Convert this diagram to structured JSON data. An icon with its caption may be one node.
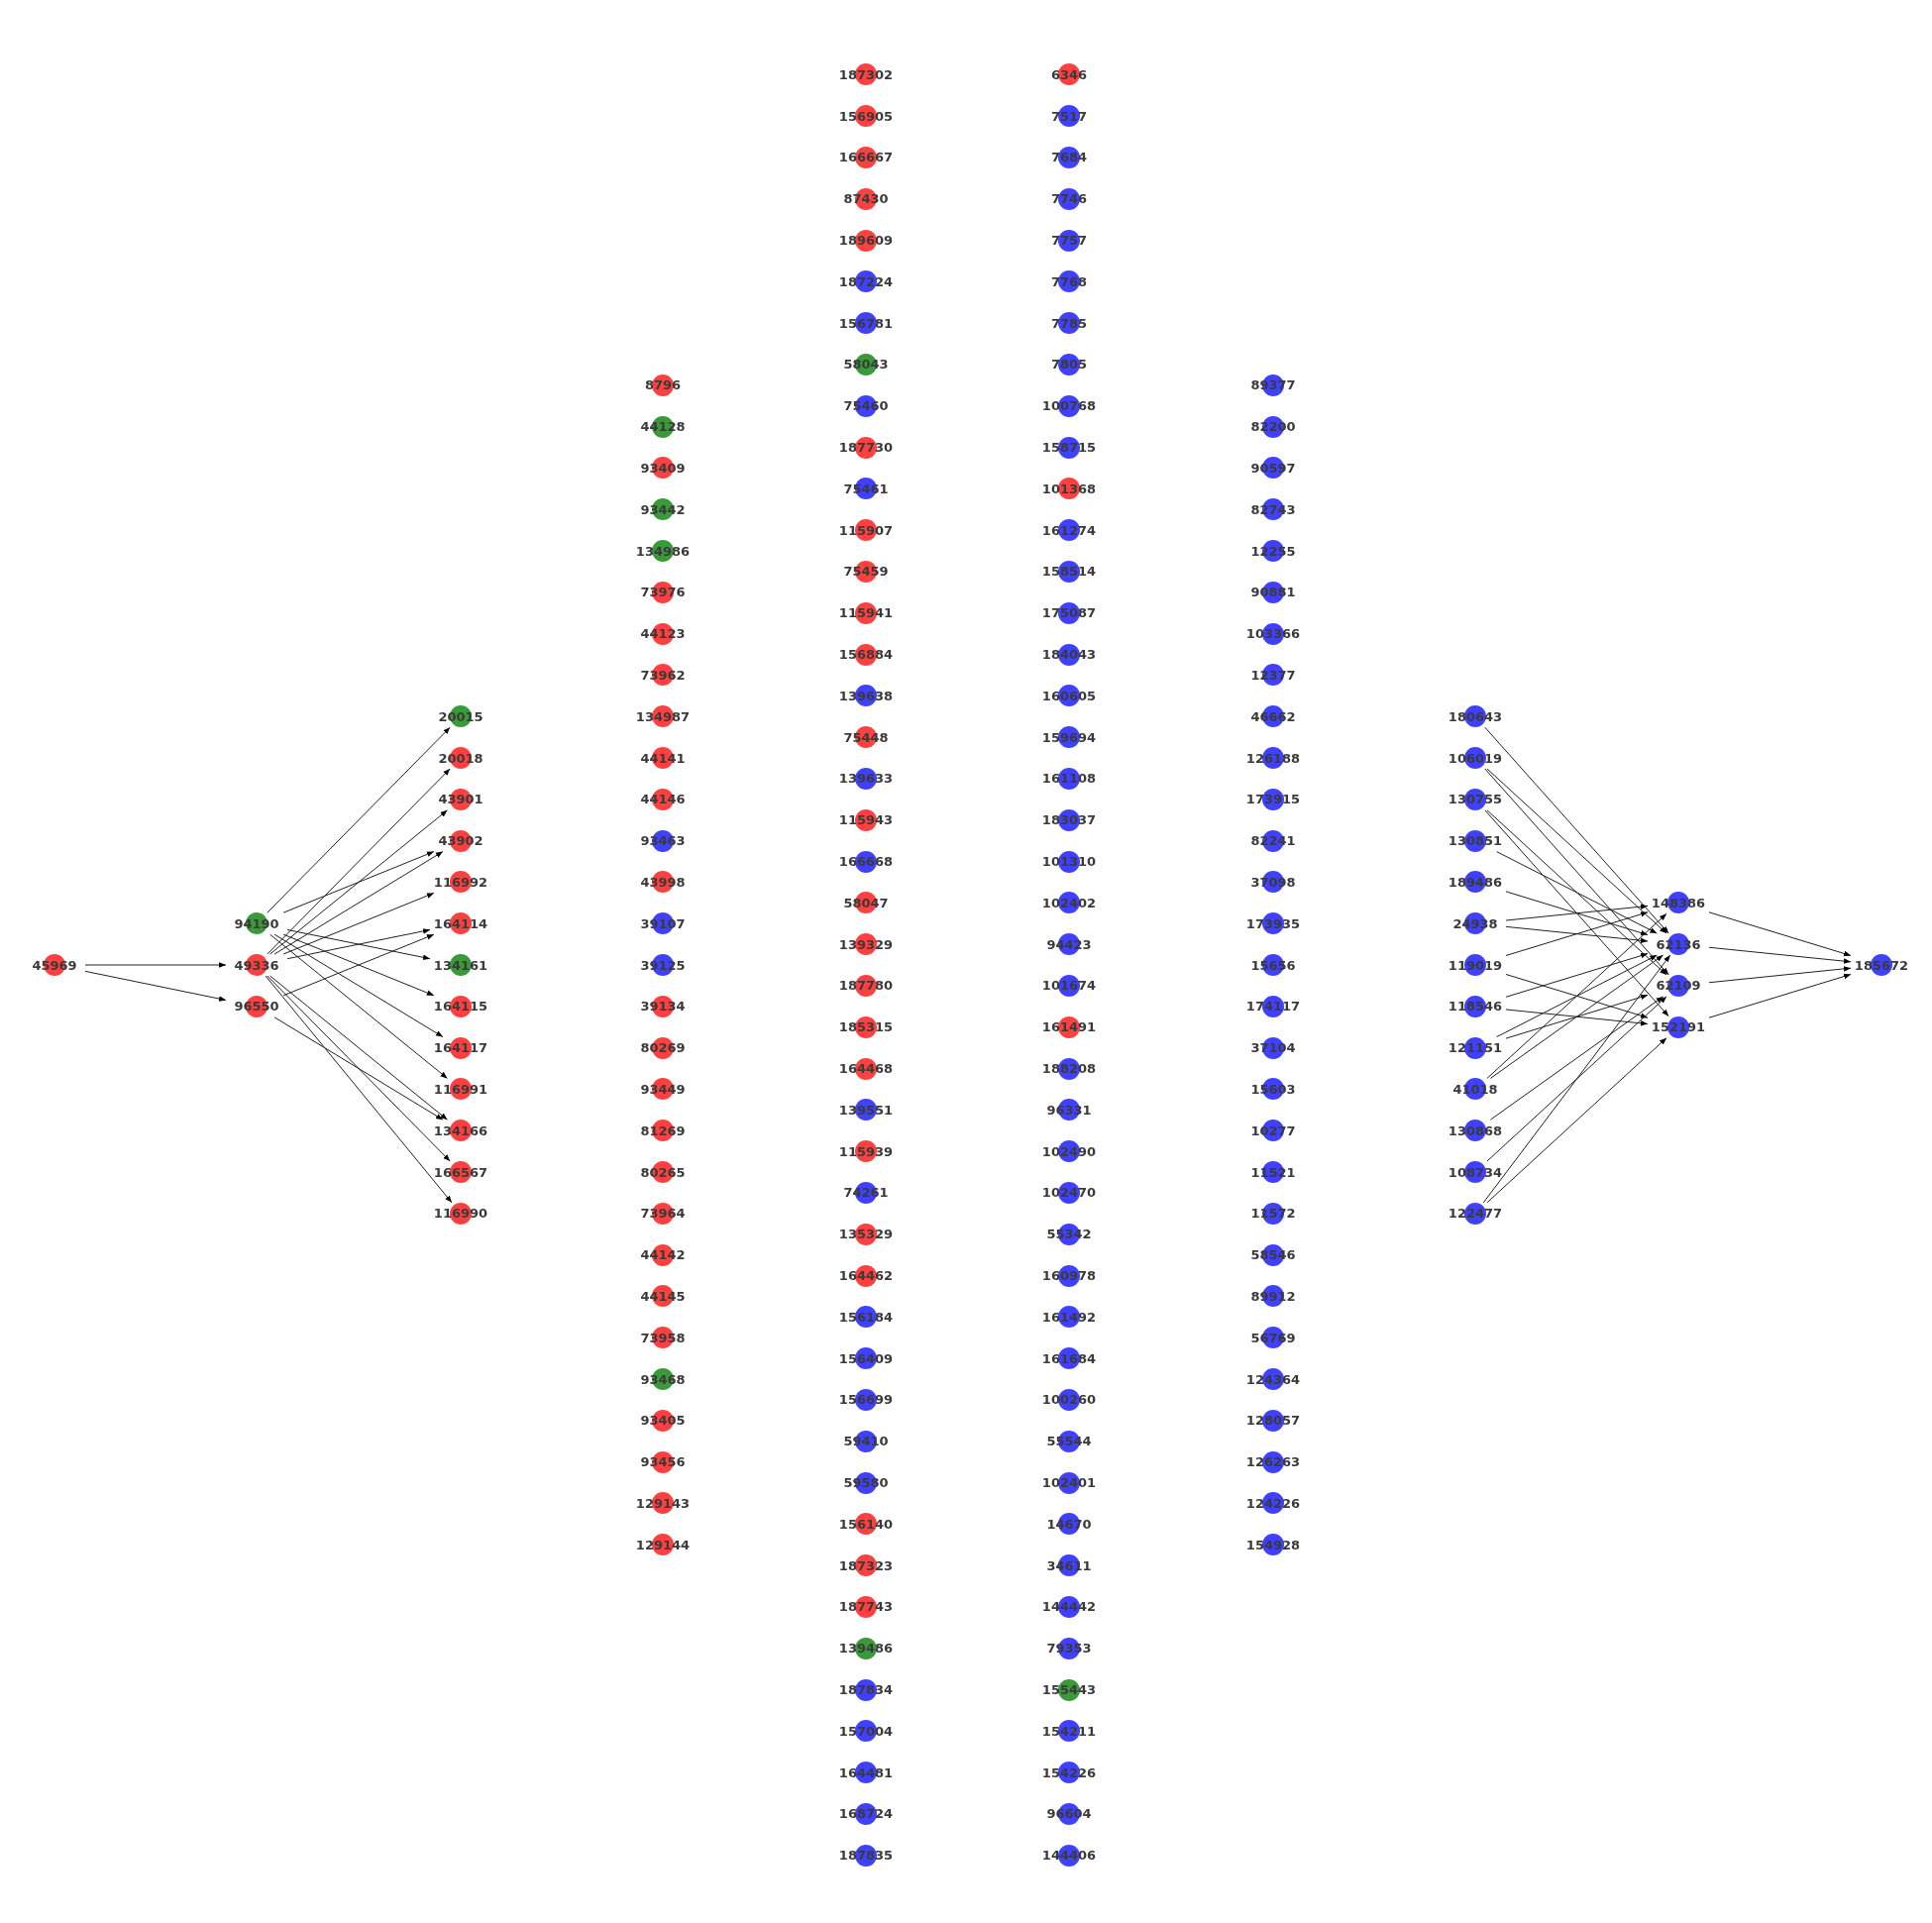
{
  "diagram": {
    "nodes": [
      {
        "text": [
          "45969"
        ]
      },
      {
        "text": [
          "94190"
        ]
      },
      {
        "text": [
          "49336"
        ]
      },
      {
        "text": [
          "96550"
        ]
      },
      {
        "text": [
          "20015"
        ]
      },
      {
        "text": [
          "20018"
        ]
      },
      {
        "text": [
          "43901"
        ]
      },
      {
        "text": [
          "43902"
        ]
      },
      {
        "text": [
          "116992"
        ]
      },
      {
        "text": [
          "164114"
        ]
      },
      {
        "text": [
          "134161"
        ]
      },
      {
        "text": [
          "164115"
        ]
      },
      {
        "text": [
          "164117"
        ]
      },
      {
        "text": [
          "116991"
        ]
      },
      {
        "text": [
          "134166"
        ]
      },
      {
        "text": [
          "166567"
        ]
      },
      {
        "text": [
          "116990"
        ]
      },
      {
        "text": [
          "8796"
        ]
      },
      {
        "text": [
          "44128"
        ]
      },
      {
        "text": [
          "93409"
        ]
      },
      {
        "text": [
          "93442"
        ]
      },
      {
        "text": [
          "134986"
        ]
      },
      {
        "text": [
          "73976"
        ]
      },
      {
        "text": [
          "44123"
        ]
      },
      {
        "text": [
          "73962"
        ]
      },
      {
        "text": [
          "134987"
        ]
      },
      {
        "text": [
          "44141"
        ]
      },
      {
        "text": [
          "44146"
        ]
      },
      {
        "text": [
          "93463"
        ]
      },
      {
        "text": [
          "43998"
        ]
      },
      {
        "text": [
          "39107"
        ]
      },
      {
        "text": [
          "39125"
        ]
      },
      {
        "text": [
          "39134"
        ]
      },
      {
        "text": [
          "80269"
        ]
      },
      {
        "text": [
          "93449"
        ]
      },
      {
        "text": [
          "81269"
        ]
      },
      {
        "text": [
          "80265"
        ]
      },
      {
        "text": [
          "73964"
        ]
      },
      {
        "text": [
          "44142"
        ]
      },
      {
        "text": [
          "44145"
        ]
      },
      {
        "text": [
          "73958"
        ]
      },
      {
        "text": [
          "93468"
        ]
      },
      {
        "text": [
          "93405"
        ]
      },
      {
        "text": [
          "93456"
        ]
      },
      {
        "text": [
          "129143"
        ]
      },
      {
        "text": [
          "129144"
        ]
      },
      {
        "text": [
          "187302"
        ]
      },
      {
        "text": [
          "156905"
        ]
      },
      {
        "text": [
          "166667"
        ]
      },
      {
        "text": [
          "87430"
        ]
      },
      {
        "text": [
          "189609"
        ]
      },
      {
        "text": [
          "187224"
        ]
      },
      {
        "text": [
          "156781"
        ]
      },
      {
        "text": [
          "58043"
        ]
      },
      {
        "text": [
          "75460"
        ]
      },
      {
        "text": [
          "187730"
        ]
      },
      {
        "text": [
          "75461"
        ]
      },
      {
        "text": [
          "115907"
        ]
      },
      {
        "text": [
          "75459"
        ]
      },
      {
        "text": [
          "115941"
        ]
      },
      {
        "text": [
          "156884"
        ]
      },
      {
        "text": [
          "139638"
        ]
      },
      {
        "text": [
          "75448"
        ]
      },
      {
        "text": [
          "139633"
        ]
      },
      {
        "text": [
          "115943"
        ]
      },
      {
        "text": [
          "166668"
        ]
      },
      {
        "text": [
          "58047"
        ]
      },
      {
        "text": [
          "139329"
        ]
      },
      {
        "text": [
          "187780"
        ]
      },
      {
        "text": [
          "185315"
        ]
      },
      {
        "text": [
          "164468"
        ]
      },
      {
        "text": [
          "139551"
        ]
      },
      {
        "text": [
          "115939"
        ]
      },
      {
        "text": [
          "74261"
        ]
      },
      {
        "text": [
          "135329"
        ]
      },
      {
        "text": [
          "164462"
        ]
      },
      {
        "text": [
          "156184"
        ]
      },
      {
        "text": [
          "156409"
        ]
      },
      {
        "text": [
          "156699"
        ]
      },
      {
        "text": [
          "59410"
        ]
      },
      {
        "text": [
          "59580"
        ]
      },
      {
        "text": [
          "156140"
        ]
      },
      {
        "text": [
          "187323"
        ]
      },
      {
        "text": [
          "187743"
        ]
      },
      {
        "text": [
          "139486"
        ]
      },
      {
        "text": [
          "187834"
        ]
      },
      {
        "text": [
          "157004"
        ]
      },
      {
        "text": [
          "164481"
        ]
      },
      {
        "text": [
          "168724"
        ]
      },
      {
        "text": [
          "187835"
        ]
      },
      {
        "text": [
          "6346"
        ]
      },
      {
        "text": [
          "7517"
        ]
      },
      {
        "text": [
          "7684"
        ]
      },
      {
        "text": [
          "7746"
        ]
      },
      {
        "text": [
          "7757"
        ]
      },
      {
        "text": [
          "7768"
        ]
      },
      {
        "text": [
          "7785"
        ]
      },
      {
        "text": [
          "7805"
        ]
      },
      {
        "text": [
          "100768"
        ]
      },
      {
        "text": [
          "158715"
        ]
      },
      {
        "text": [
          "101368"
        ]
      },
      {
        "text": [
          "161274"
        ]
      },
      {
        "text": [
          "158514"
        ]
      },
      {
        "text": [
          "175087"
        ]
      },
      {
        "text": [
          "184043"
        ]
      },
      {
        "text": [
          "160605"
        ]
      },
      {
        "text": [
          "159694"
        ]
      },
      {
        "text": [
          "161108"
        ]
      },
      {
        "text": [
          "183037"
        ]
      },
      {
        "text": [
          "101310"
        ]
      },
      {
        "text": [
          "102402"
        ]
      },
      {
        "text": [
          "94423"
        ]
      },
      {
        "text": [
          "101674"
        ]
      },
      {
        "text": [
          "161491"
        ]
      },
      {
        "text": [
          "188208"
        ]
      },
      {
        "text": [
          "96331"
        ]
      },
      {
        "text": [
          "102490"
        ]
      },
      {
        "text": [
          "102470"
        ]
      },
      {
        "text": [
          "55342"
        ]
      },
      {
        "text": [
          "160978"
        ]
      },
      {
        "text": [
          "161492"
        ]
      },
      {
        "text": [
          "161684"
        ]
      },
      {
        "text": [
          "100260"
        ]
      },
      {
        "text": [
          "55544"
        ]
      },
      {
        "text": [
          "102401"
        ]
      },
      {
        "text": [
          "14670"
        ]
      },
      {
        "text": [
          "34611"
        ]
      },
      {
        "text": [
          "144442"
        ]
      },
      {
        "text": [
          "79353"
        ]
      },
      {
        "text": [
          "155443"
        ]
      },
      {
        "text": [
          "154211"
        ]
      },
      {
        "text": [
          "154226"
        ]
      },
      {
        "text": [
          "96604"
        ]
      },
      {
        "text": [
          "144406"
        ]
      },
      {
        "text": [
          "89377"
        ]
      },
      {
        "text": [
          "82200"
        ]
      },
      {
        "text": [
          "90597"
        ]
      },
      {
        "text": [
          "82743"
        ]
      },
      {
        "text": [
          "12255"
        ]
      },
      {
        "text": [
          "90881"
        ]
      },
      {
        "text": [
          "103366"
        ]
      },
      {
        "text": [
          "12377"
        ]
      },
      {
        "text": [
          "46662"
        ]
      },
      {
        "text": [
          "126188"
        ]
      },
      {
        "text": [
          "173915"
        ]
      },
      {
        "text": [
          "82241"
        ]
      },
      {
        "text": [
          "37098"
        ]
      },
      {
        "text": [
          "173935"
        ]
      },
      {
        "text": [
          "15656"
        ]
      },
      {
        "text": [
          "174117"
        ]
      },
      {
        "text": [
          "37104"
        ]
      },
      {
        "text": [
          "15603"
        ]
      },
      {
        "text": [
          "10277"
        ]
      },
      {
        "text": [
          "11521"
        ]
      },
      {
        "text": [
          "11572"
        ]
      },
      {
        "text": [
          "58546"
        ]
      },
      {
        "text": [
          "89912"
        ]
      },
      {
        "text": [
          "56769"
        ]
      },
      {
        "text": [
          "124364"
        ]
      },
      {
        "text": [
          "128057"
        ]
      },
      {
        "text": [
          "126263"
        ]
      },
      {
        "text": [
          "124226"
        ]
      },
      {
        "text": [
          "154928"
        ]
      },
      {
        "text": [
          "180643"
        ]
      },
      {
        "text": [
          "106019"
        ]
      },
      {
        "text": [
          "130755"
        ]
      },
      {
        "text": [
          "130851"
        ]
      },
      {
        "text": [
          "189486"
        ]
      },
      {
        "text": [
          "24938"
        ]
      },
      {
        "text": [
          "119019"
        ]
      },
      {
        "text": [
          "118546"
        ]
      },
      {
        "text": [
          "121151"
        ]
      },
      {
        "text": [
          "41018"
        ]
      },
      {
        "text": [
          "130868"
        ]
      },
      {
        "text": [
          "108734"
        ]
      },
      {
        "text": [
          "122477"
        ]
      },
      {
        "text": [
          "148386"
        ]
      },
      {
        "text": [
          "62136"
        ]
      },
      {
        "text": [
          "62109"
        ]
      },
      {
        "text": [
          "152191"
        ]
      },
      {
        "text": [
          "185672"
        ]
      }
    ],
    "edges": [
      {
        "from": 0,
        "to": 2,
        "arrow": "to"
      },
      {
        "from": 0,
        "to": 3,
        "arrow": "to"
      },
      {
        "from": 1,
        "to": 4,
        "arrow": "to"
      },
      {
        "from": 1,
        "to": 7,
        "arrow": "to"
      },
      {
        "from": 1,
        "to": 10,
        "arrow": "to"
      },
      {
        "from": 1,
        "to": 11,
        "arrow": "to"
      },
      {
        "from": 1,
        "to": 12,
        "arrow": "to"
      },
      {
        "from": 1,
        "to": 13,
        "arrow": "to"
      },
      {
        "from": 2,
        "to": 5,
        "arrow": "to"
      },
      {
        "from": 2,
        "to": 6,
        "arrow": "to"
      },
      {
        "from": 2,
        "to": 7,
        "arrow": "to"
      },
      {
        "from": 2,
        "to": 8,
        "arrow": "to"
      },
      {
        "from": 2,
        "to": 9,
        "arrow": "to"
      },
      {
        "from": 2,
        "to": 14,
        "arrow": "to"
      },
      {
        "from": 2,
        "to": 15,
        "arrow": "to"
      },
      {
        "from": 2,
        "to": 16,
        "arrow": "to"
      },
      {
        "from": 3,
        "to": 9,
        "arrow": "to"
      },
      {
        "from": 3,
        "to": 14,
        "arrow": "to"
      },
      {
        "from": 163,
        "to": 177,
        "arrow": "to"
      },
      {
        "from": 164,
        "to": 177,
        "arrow": "to"
      },
      {
        "from": 164,
        "to": 178,
        "arrow": "to"
      },
      {
        "from": 165,
        "to": 178,
        "arrow": "to"
      },
      {
        "from": 165,
        "to": 179,
        "arrow": "to"
      },
      {
        "from": 166,
        "to": 177,
        "arrow": "to"
      },
      {
        "from": 167,
        "to": 177,
        "arrow": "to"
      },
      {
        "from": 168,
        "to": 176,
        "arrow": "to"
      },
      {
        "from": 168,
        "to": 177,
        "arrow": "to"
      },
      {
        "from": 169,
        "to": 176,
        "arrow": "to"
      },
      {
        "from": 169,
        "to": 179,
        "arrow": "to"
      },
      {
        "from": 170,
        "to": 177,
        "arrow": "to"
      },
      {
        "from": 170,
        "to": 179,
        "arrow": "to"
      },
      {
        "from": 171,
        "to": 177,
        "arrow": "to"
      },
      {
        "from": 171,
        "to": 178,
        "arrow": "to"
      },
      {
        "from": 172,
        "to": 176,
        "arrow": "to"
      },
      {
        "from": 172,
        "to": 177,
        "arrow": "to"
      },
      {
        "from": 173,
        "to": 178,
        "arrow": "to"
      },
      {
        "from": 174,
        "to": 178,
        "arrow": "to"
      },
      {
        "from": 175,
        "to": 177,
        "arrow": "to"
      },
      {
        "from": 175,
        "to": 179,
        "arrow": "to"
      },
      {
        "from": 176,
        "to": 180,
        "arrow": "to"
      },
      {
        "from": 177,
        "to": 180,
        "arrow": "to"
      },
      {
        "from": 178,
        "to": 180,
        "arrow": "to"
      },
      {
        "from": 179,
        "to": 180,
        "arrow": "to"
      }
    ]
  }
}
